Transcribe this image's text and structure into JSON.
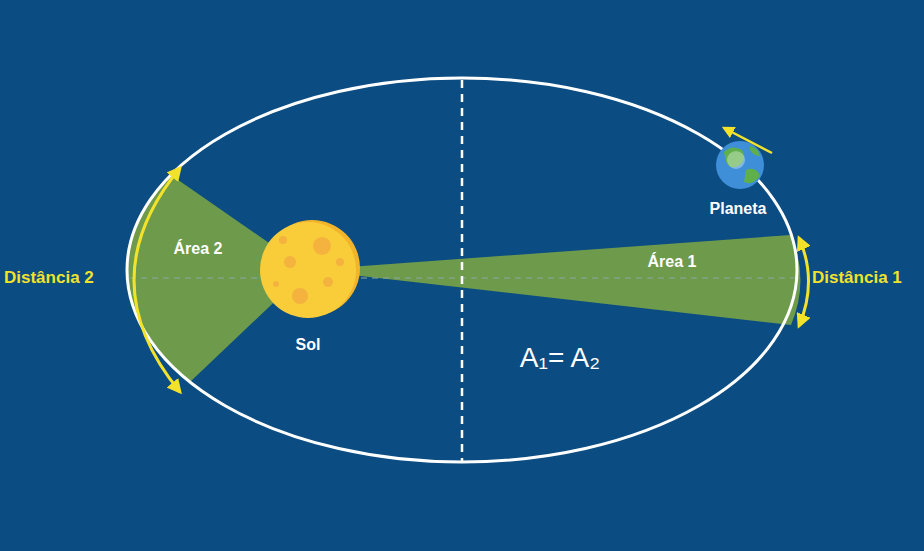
{
  "diagram": {
    "labels": [
      "Distância 2",
      "Área 2",
      "Sol",
      "Planeta",
      "Área 1",
      "Distância 1",
      "A₁= A₂"
    ]
  }
}
